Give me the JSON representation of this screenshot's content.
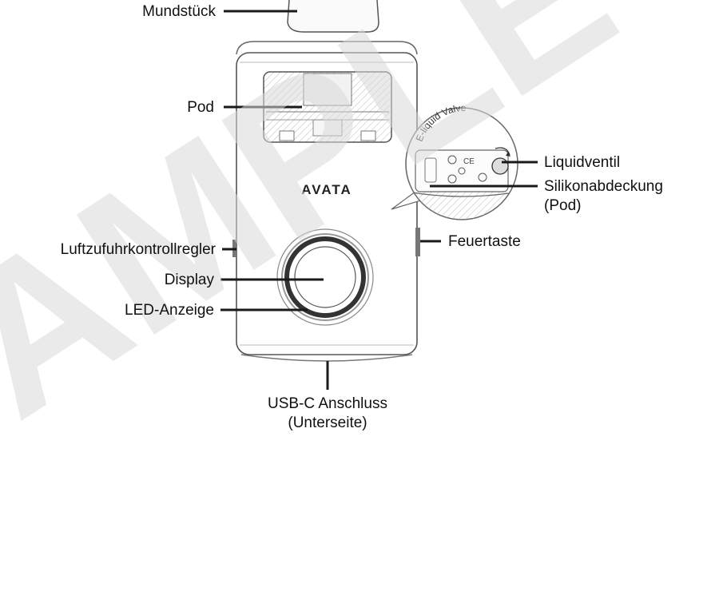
{
  "brand": "AVATA",
  "valve_caption": "E-liquid Valve",
  "watermark": "SAMPLE",
  "labels": {
    "mouthpiece": "Mundstück",
    "pod": "Pod",
    "liquid_valve": "Liquidventil",
    "silicone_cover_line1": "Silikonabdeckung",
    "silicone_cover_line2": "(Pod)",
    "airflow": "Luftzufuhrkontrollregler",
    "fire_button": "Feuertaste",
    "display": "Display",
    "led": "LED-Anzeige",
    "usb_line1": "USB-C Anschluss",
    "usb_line2": "(Unterseite)"
  },
  "colors": {
    "line": "#1a1a1a",
    "device_outline": "#555555",
    "watermark": "#d9d9d9"
  }
}
